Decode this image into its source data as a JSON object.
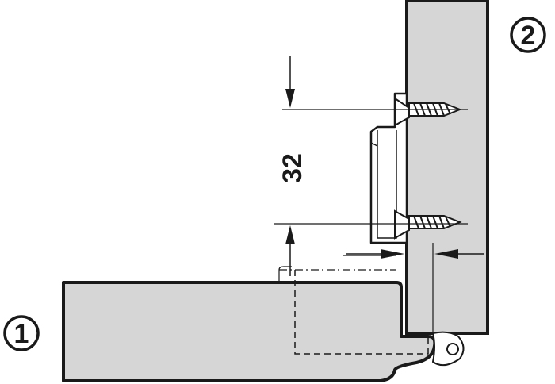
{
  "diagram": {
    "dimension_value": "32",
    "callouts": {
      "panel_1": "1",
      "panel_2": "2"
    },
    "colors": {
      "panel_fill": "#d6d6d6",
      "outline": "#1a1a1a",
      "background": "#ffffff"
    }
  }
}
